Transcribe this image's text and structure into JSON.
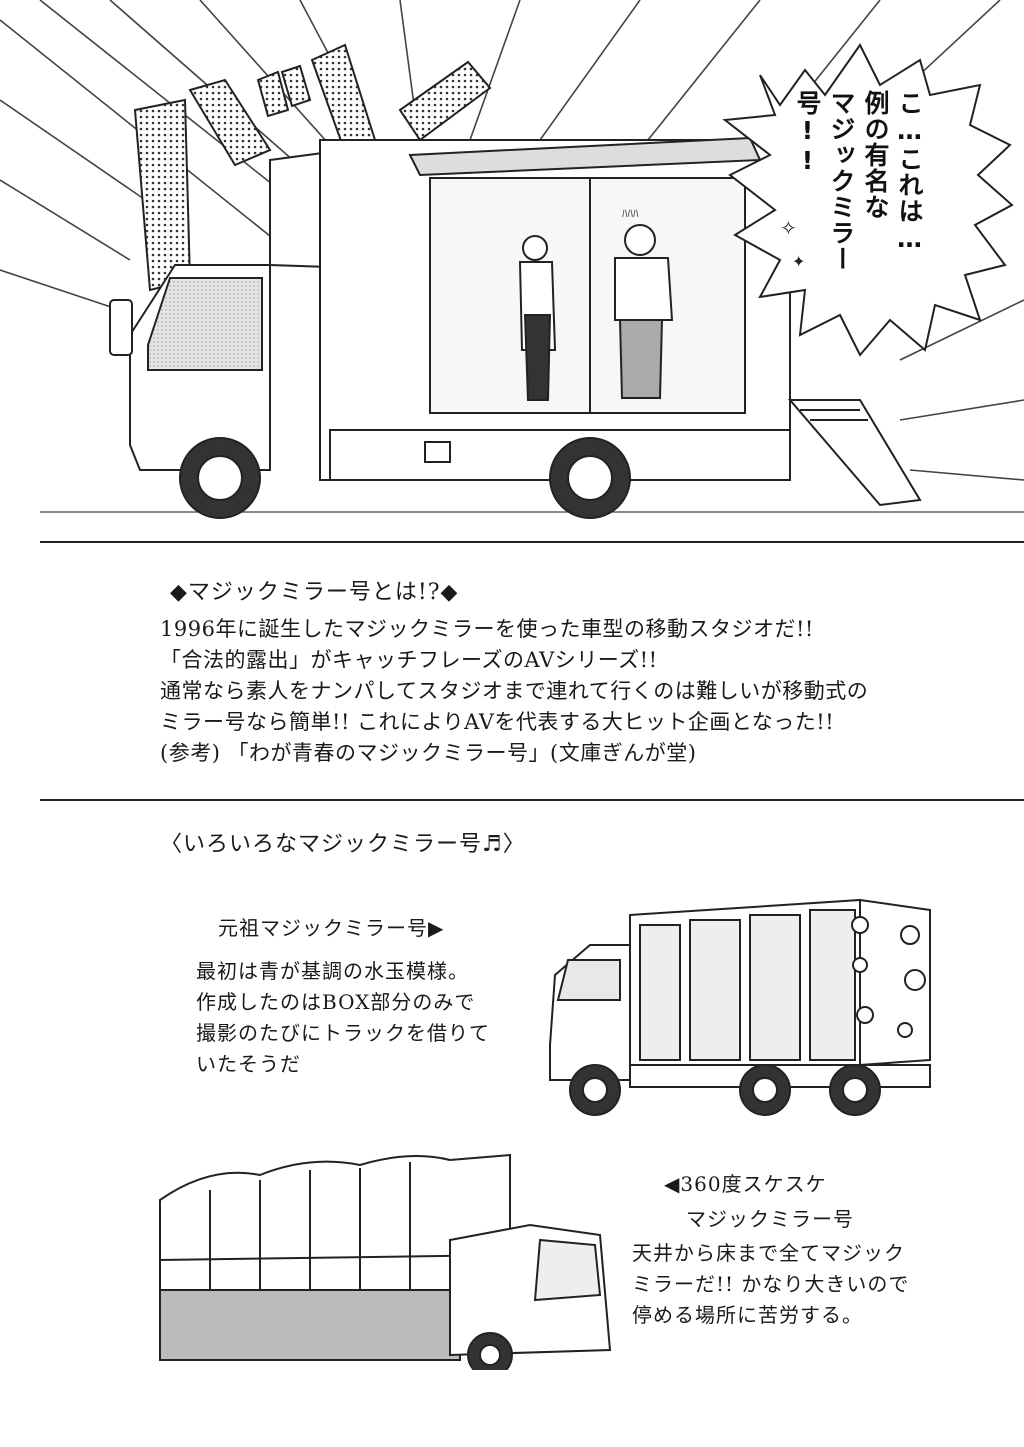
{
  "speech_bubble": {
    "lines": [
      "こ…これは…",
      "例の有名な",
      "マジックミラー",
      "号!!"
    ]
  },
  "small_sfx": "ﾊﾊﾊ",
  "description": {
    "heading": "◆マジックミラー号とは!?◆",
    "lines": [
      "1996年に誕生したマジックミラーを使った車型の移動スタジオだ!!",
      "「合法的露出」がキャッチフレーズのAVシリーズ!!",
      "通常なら素人をナンパしてスタジオまで連れて行くのは難しいが移動式の",
      "ミラー号なら簡単!! これによりAVを代表する大ヒット企画となった!!",
      "(参考) 「わが青春のマジックミラー号」(文庫ぎんが堂)"
    ]
  },
  "section": {
    "title": "〈いろいろなマジックミラー号♬〉",
    "original": {
      "name": "元祖マジックミラー号",
      "pointer": "▶",
      "lines": [
        "最初は青が基調の水玉模様。",
        "作成したのはBOX部分のみで",
        "撮影のたびにトラックを借りて",
        "いたそうだ"
      ]
    },
    "see_through": {
      "pointer": "◀",
      "name_lines": [
        "360度スケスケ",
        "マジックミラー号"
      ],
      "lines": [
        "天井から床まで全てマジック",
        "ミラーだ!! かなり大きいので",
        "停める場所に苦労する。"
      ]
    }
  },
  "colors": {
    "ink": "#1a1a1a",
    "paper": "#ffffff",
    "tone": "#c8c8c8"
  }
}
